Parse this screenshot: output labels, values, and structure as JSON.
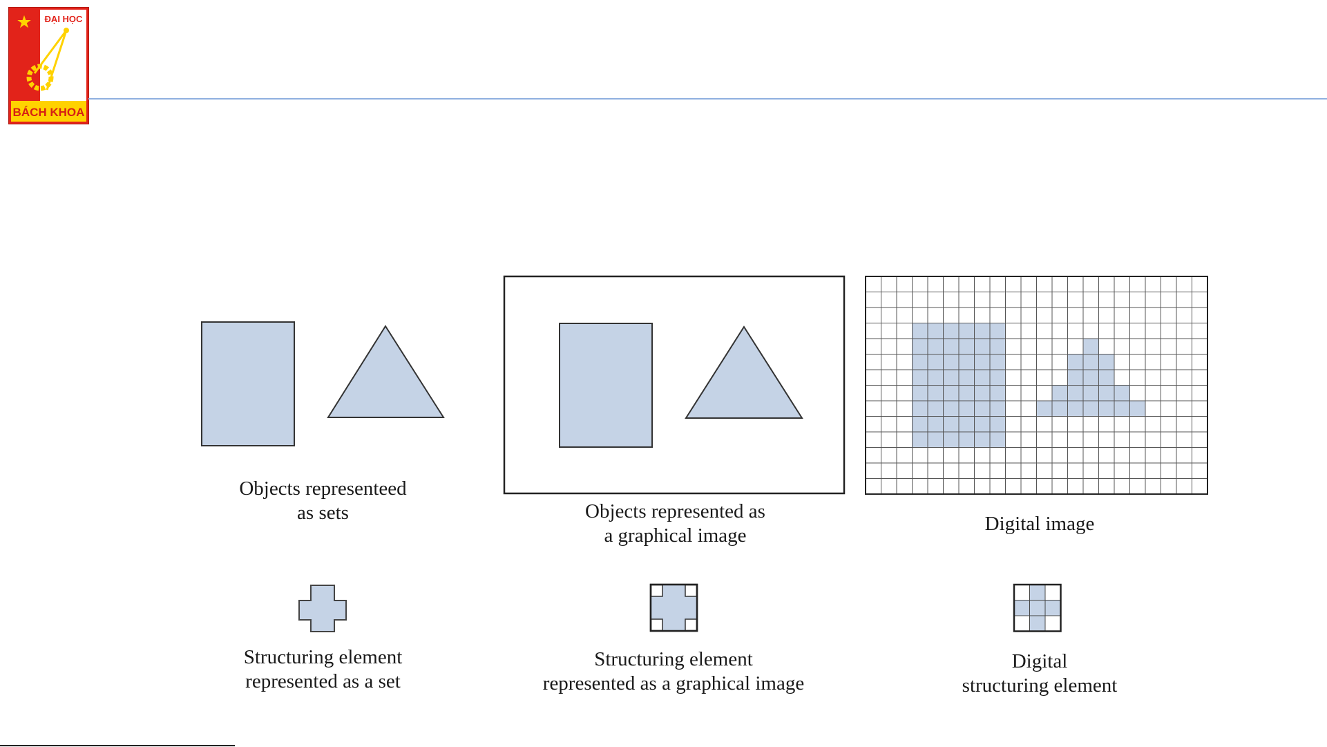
{
  "logo": {
    "top_text": "ĐẠI HỌC",
    "bottom_text": "BÁCH KHOA",
    "colors": {
      "red": "#e2231a",
      "yellow": "#ffd200",
      "border": "#cc2a1f"
    }
  },
  "colors": {
    "fill": "#c5d3e6",
    "stroke": "#333333",
    "grid": "#555555",
    "header_rule": "#8fb0e0"
  },
  "digital_image": {
    "rows": 14,
    "cols": 22,
    "square_cells": {
      "row_start": 3,
      "row_end": 10,
      "col_start": 3,
      "col_end": 8
    },
    "triangle_cells": [
      {
        "row": 4,
        "col_start": 14,
        "col_end": 14
      },
      {
        "row": 5,
        "col_start": 13,
        "col_end": 15
      },
      {
        "row": 6,
        "col_start": 13,
        "col_end": 15
      },
      {
        "row": 7,
        "col_start": 12,
        "col_end": 16
      },
      {
        "row": 8,
        "col_start": 11,
        "col_end": 17
      }
    ]
  },
  "captions": {
    "sets": [
      "Objects representeed",
      "as sets"
    ],
    "graphical": [
      "Objects represented as",
      "a graphical image"
    ],
    "digital": [
      "Digital image"
    ],
    "se_set": [
      "Structuring element",
      "represented as a set"
    ],
    "se_graphical": [
      "Structuring element",
      "represented as a graphical image"
    ],
    "se_digital": [
      "Digital",
      "structuring element"
    ]
  }
}
